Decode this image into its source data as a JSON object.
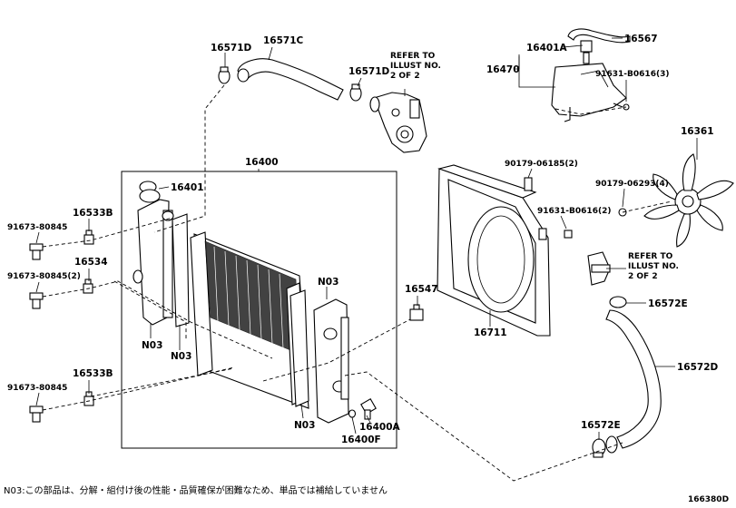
{
  "labels": {
    "p16571D_top": "16571D",
    "p16571C": "16571C",
    "p16571D_right": "16571D",
    "refer_top": [
      "REFER TO",
      "ILLUST NO.",
      "2 OF 2"
    ],
    "p16401A": "16401A",
    "p16567": "16567",
    "p16470": "16470",
    "p91631_top": "91631-B0616(3)",
    "p16361": "16361",
    "p16400": "16400",
    "p16401": "16401",
    "p16533B_top": "16533B",
    "p91673_top": "91673-80845",
    "p91673_mid": "91673-80845(2)",
    "p16534": "16534",
    "p16533B_bot": "16533B",
    "p91673_bot": "91673-80845",
    "N03_a": "N03",
    "N03_b": "N03",
    "N03_c": "N03",
    "N03_d": "N03",
    "p16547": "16547",
    "p16400A": "16400A",
    "p16400F": "16400F",
    "p90179_06185": "90179-06185(2)",
    "p90179_06293": "90179-06293(4)",
    "p91631_mid": "91631-B0616(2)",
    "p16711": "16711",
    "refer_right": [
      "REFER TO",
      "ILLUST NO.",
      "2 OF 2"
    ],
    "p16572E_top": "16572E",
    "p16572D": "16572D",
    "p16572E_bot": "16572E"
  },
  "footnote": "N03:この部品は、分解・組付け後の性能・品質確保が困難なため、単品では補給していません",
  "diagram_id": "166380D"
}
